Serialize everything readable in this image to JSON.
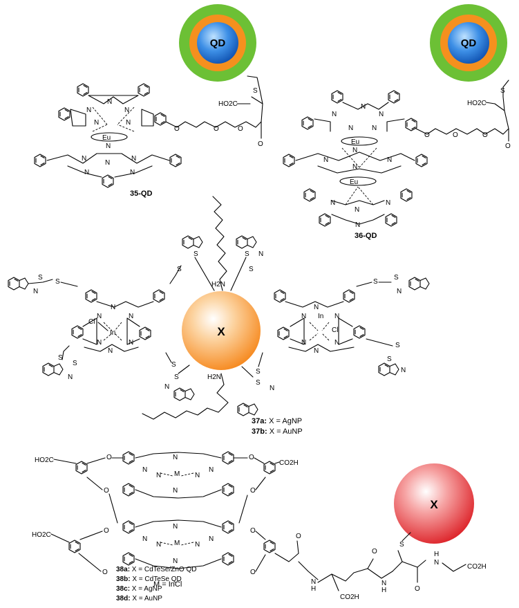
{
  "compounds": {
    "c35": {
      "label": "35-QD",
      "particle": "QD",
      "metal": "Eu",
      "linker": {
        "acid": "HO2C",
        "thio": "S"
      }
    },
    "c36": {
      "label": "36-QD",
      "particle": "QD",
      "metal_top": "Eu",
      "metal_bottom": "Eu",
      "linker": {
        "acid": "HO2C",
        "thio": "S"
      }
    },
    "c37": {
      "particle": "X",
      "metal": "In",
      "axial": "Cl",
      "amine": "H2N",
      "labels": [
        {
          "id": "37a",
          "text": "X = AgNP"
        },
        {
          "id": "37b",
          "text": "X = AuNP"
        }
      ]
    },
    "c38": {
      "particle": "X",
      "metal": "M",
      "metal_def": "M = InCl",
      "acid_groups": [
        "HO2C",
        "CO2H",
        "HO2C"
      ],
      "peptide": {
        "acid1": "CO2H",
        "acid2": "CO2H",
        "thio": "S"
      },
      "labels": [
        {
          "id": "38a",
          "text": "X = CdTeSe/ZnO QD"
        },
        {
          "id": "38b",
          "text": "X = CdTeSe QD"
        },
        {
          "id": "38c",
          "text": "X = AgNP"
        },
        {
          "id": "38d",
          "text": "X = AuNP"
        }
      ]
    }
  },
  "colors": {
    "qd_core": "#1f73d9",
    "qd_middle": "#f5901e",
    "qd_outer": "#6cc035",
    "np_orange": "#f58c1c",
    "np_red": "#e5141c"
  }
}
